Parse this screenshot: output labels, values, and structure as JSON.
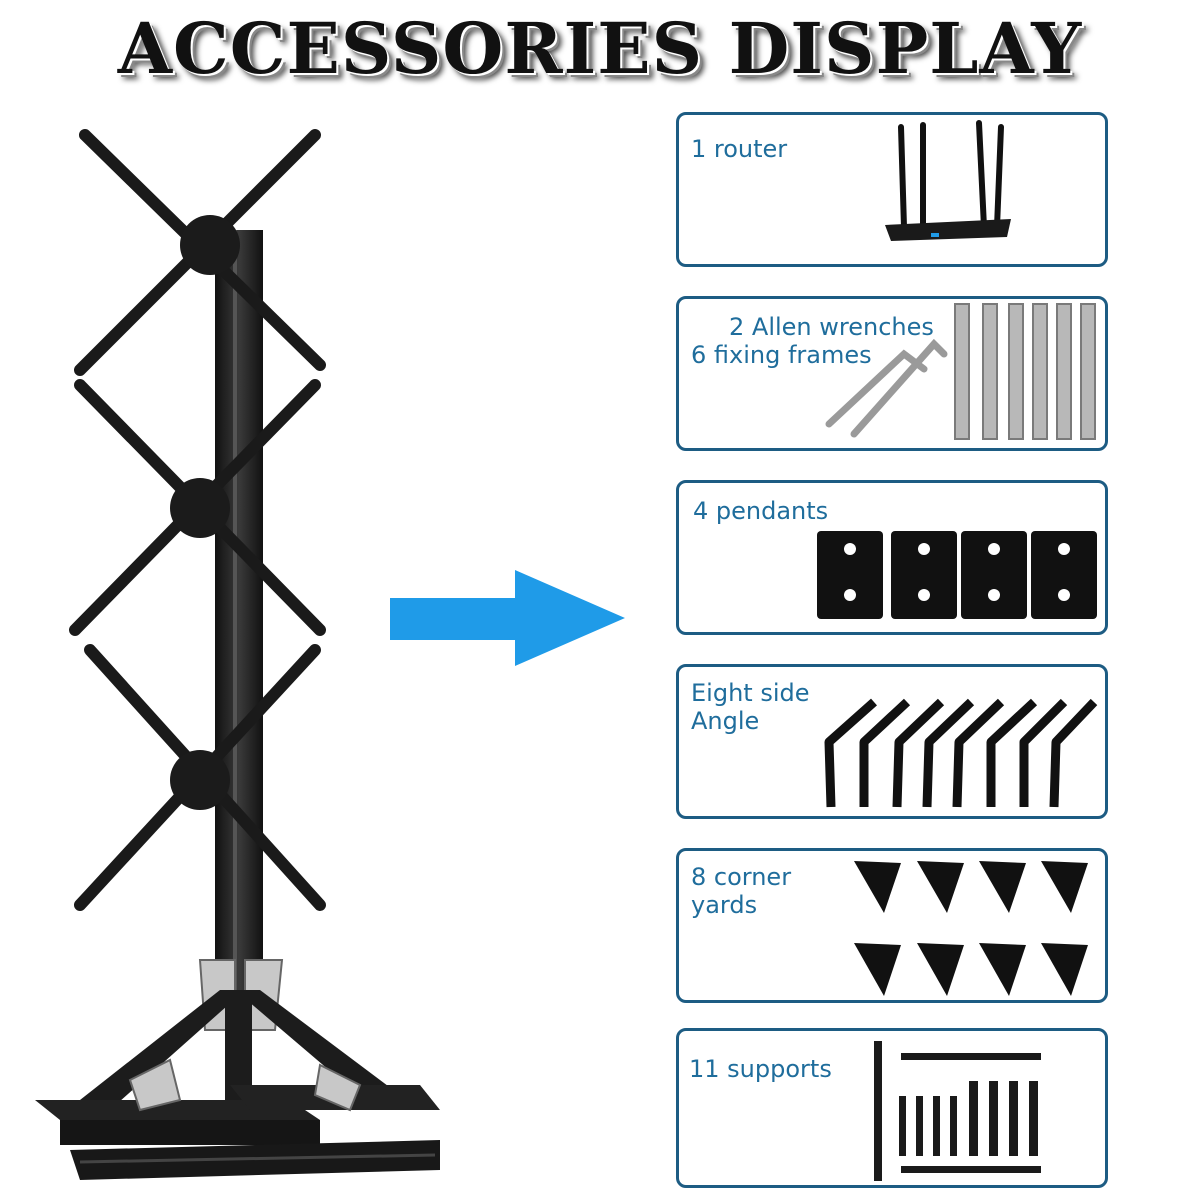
{
  "title": "ACCESSORIES DISPLAY",
  "accent_color": "#1f6d9c",
  "arrow_color": "#1f9be8",
  "items": [
    {
      "label_lines": [
        "1 router"
      ],
      "icon": "router-icon"
    },
    {
      "label_lines": [
        "2 Allen wrenches",
        "6 fixing frames"
      ],
      "icon": "allen-wrench-icon"
    },
    {
      "label_lines": [
        "4 pendants"
      ],
      "icon": "pendant-icon"
    },
    {
      "label_lines": [
        "Eight side",
        "Angle"
      ],
      "icon": "side-angle-icon"
    },
    {
      "label_lines": [
        "8 corner",
        "yards"
      ],
      "icon": "corner-yard-icon"
    },
    {
      "label_lines": [
        "11 supports"
      ],
      "icon": "support-bar-icon"
    }
  ]
}
